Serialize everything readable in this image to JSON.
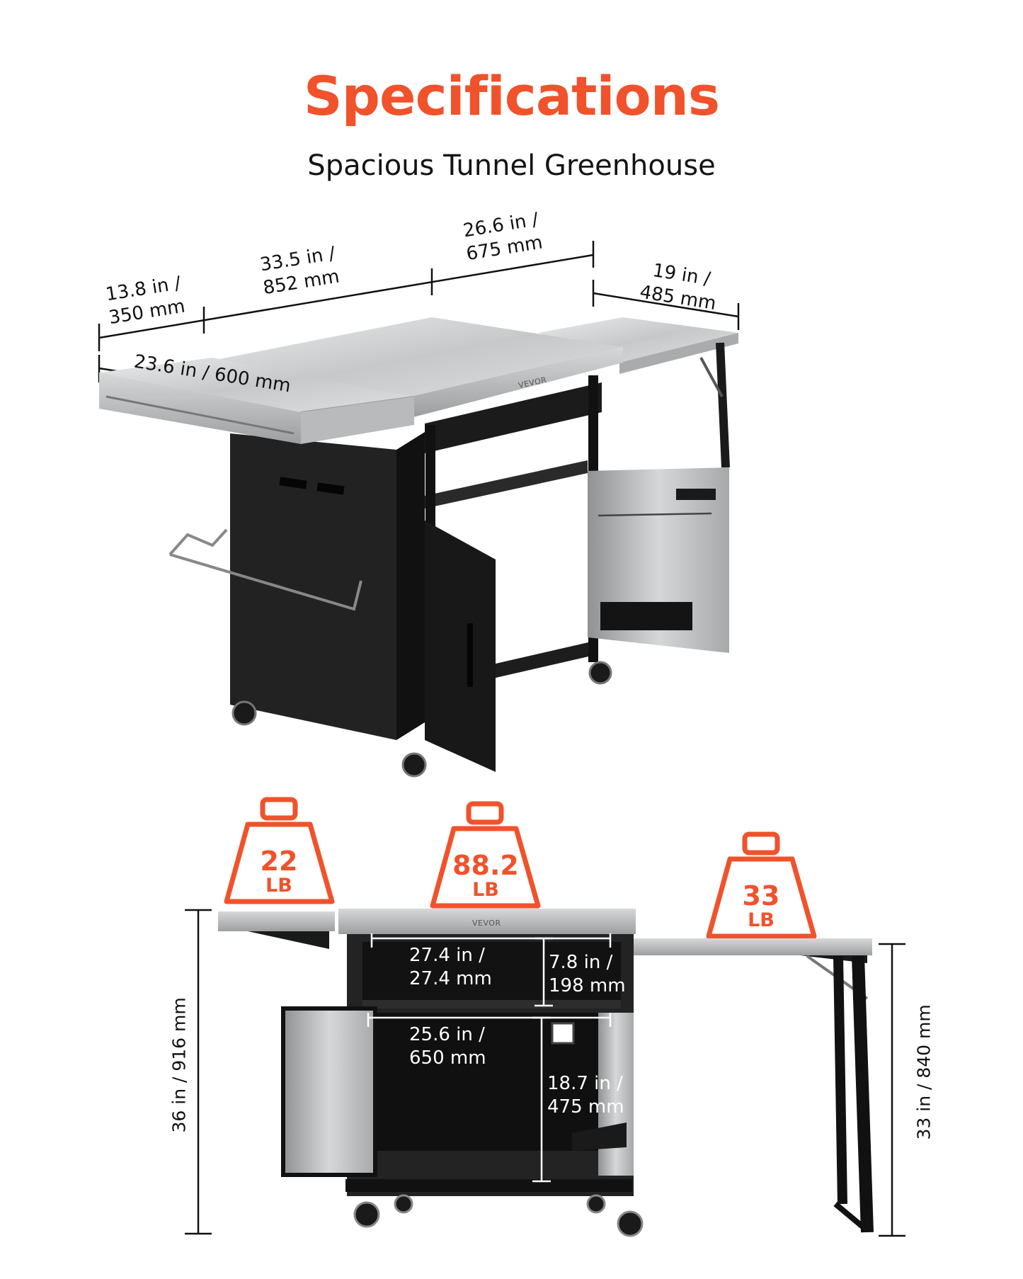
{
  "header": {
    "title": "Specifications",
    "subtitle": "Spacious Tunnel Greenhouse"
  },
  "brand_mark": "VEVOR",
  "top_view": {
    "dim_left_shelf": "13.8 in /\n350 mm",
    "dim_main_top": "33.5 in /\n852 mm",
    "dim_center": "26.6 in /\n675 mm",
    "dim_right_shelf": "19 in /\n485 mm",
    "dim_depth": "23.6 in / 600 mm"
  },
  "front_view": {
    "load_left": {
      "value": "22",
      "unit": "LB"
    },
    "load_center": {
      "value": "88.2",
      "unit": "LB"
    },
    "load_right": {
      "value": "33",
      "unit": "LB"
    },
    "dim_upper_width": "27.4 in /\n27.4 mm",
    "dim_upper_height": "7.8 in /\n198 mm",
    "dim_lower_width": "25.6 in /\n650 mm",
    "dim_lower_height": "18.7 in /\n475 mm",
    "dim_total_height": "36 in / 916 mm",
    "dim_side_height": "33 in / 840 mm"
  },
  "colors": {
    "accent": "#f0522b",
    "cabinet": "#1c1c1c",
    "steel": "#c9cacb"
  }
}
